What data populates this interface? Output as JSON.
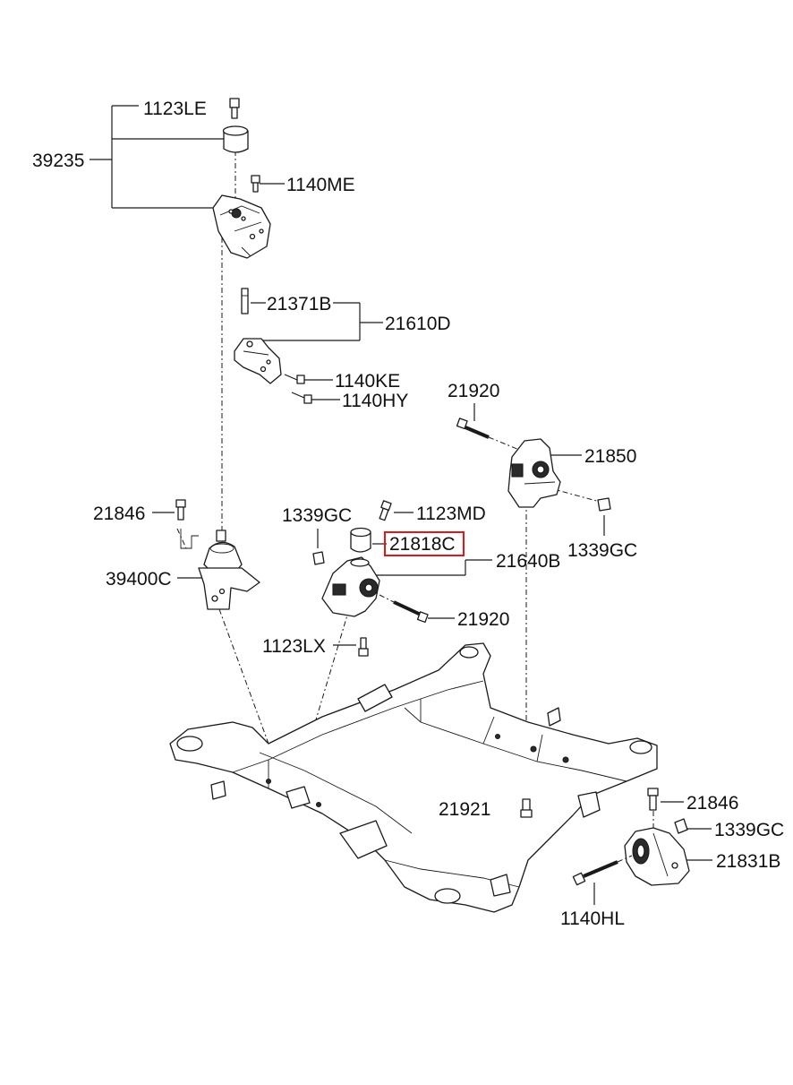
{
  "labels": {
    "p1123LE": "1123LE",
    "p39235": "39235",
    "p1140ME": "1140ME",
    "p21371B": "21371B",
    "p21610D": "21610D",
    "p1140KE": "1140KE",
    "p1140HY": "1140HY",
    "p21920_top": "21920",
    "p21850": "21850",
    "p21846_left": "21846",
    "p1339GC_mid": "1339GC",
    "p1123MD": "1123MD",
    "p21818C": "21818C",
    "p21640B": "21640B",
    "p1339GC_right": "1339GC",
    "p39400C": "39400C",
    "p21920_mid": "21920",
    "p1123LX": "1123LX",
    "p21921": "21921",
    "p21846_right": "21846",
    "p1339GC_low": "1339GC",
    "p21831B": "21831B",
    "p1140HL": "1140HL"
  },
  "highlight_color": "#e01818"
}
